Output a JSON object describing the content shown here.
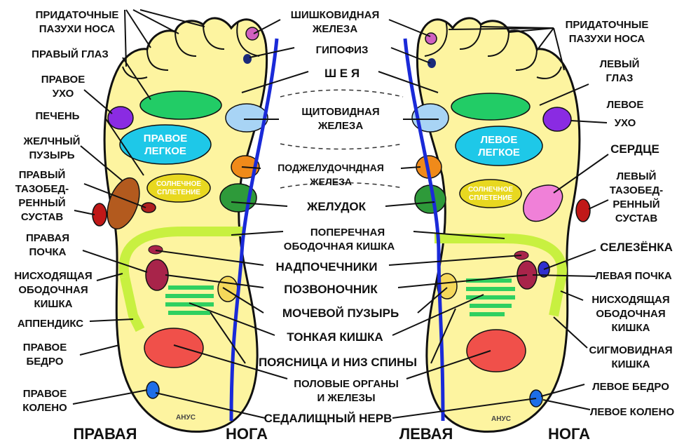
{
  "labels": {
    "left_top": [
      "ПРИДАТОЧНЫЕ",
      "ПАЗУХИ НОСА"
    ],
    "right_eye": [
      "ПРАВЫЙ ГЛАЗ"
    ],
    "right_ear": [
      "ПРАВОЕ",
      "УХО"
    ],
    "liver": [
      "ПЕЧЕНЬ"
    ],
    "gallbladder": [
      "ЖЕЛЧНЫЙ",
      "ПУЗЫРЬ"
    ],
    "right_hip": [
      "ПРАВЫЙ",
      "ТАЗОБЕД-",
      "РЕННЫЙ",
      "СУСТАВ"
    ],
    "right_kidney": [
      "ПРАВАЯ",
      "ПОЧКА"
    ],
    "desc_colon_l": [
      "НИСХОДЯЩАЯ",
      "ОБОДОЧНАЯ",
      "КИШКА"
    ],
    "appendix": [
      "АППЕНДИКС"
    ],
    "right_thigh": [
      "ПРАВОЕ",
      "БЕДРО"
    ],
    "right_knee": [
      "ПРАВОЕ",
      "КОЛЕНО"
    ],
    "pineal": [
      "ШИШКОВИДНАЯ",
      "ЖЕЛЕЗА"
    ],
    "pituitary": [
      "ГИПОФИЗ"
    ],
    "neck": [
      "Ш Е Я"
    ],
    "thyroid": [
      "ЩИТОВИДНАЯ",
      "ЖЕЛЕЗА"
    ],
    "pancreas": [
      "ПОДЖЕЛУДОЧНДНАЯ",
      "ЖЕЛЕЗА"
    ],
    "stomach": [
      "ЖЕЛУДОК"
    ],
    "transverse": [
      "ПОПЕРЕЧНАЯ",
      "ОБОДОЧНАЯ КИШКА"
    ],
    "adrenals": [
      "НАДПОЧЕЧНИКИ"
    ],
    "spine": [
      "ПОЗВОНОЧНИК"
    ],
    "bladder": [
      "МОЧЕВОЙ ПУЗЫРЬ"
    ],
    "small_int": [
      "ТОНКАЯ КИШКА"
    ],
    "lumbar": [
      "ПОЯСНИЦА И НИЗ СПИНЫ"
    ],
    "genitals": [
      "ПОЛОВЫЕ ОРГАНЫ",
      "И ЖЕЛЕЗЫ"
    ],
    "sciatic": [
      "СЕДАЛИЩНЫЙ НЕРВ"
    ],
    "right_top": [
      "ПРИДАТОЧНЫЕ",
      "ПАЗУХИ НОСА"
    ],
    "left_eye": [
      "ЛЕВЫЙ",
      "ГЛАЗ"
    ],
    "left_ear": [
      "ЛЕВОЕ",
      "УХО"
    ],
    "heart": [
      "СЕРДЦЕ"
    ],
    "left_hip": [
      "ЛЕВЫЙ",
      "ТАЗОБЕД-",
      "РЕННЫЙ",
      "СУСТАВ"
    ],
    "spleen": [
      "СЕЛЕЗЁНКА"
    ],
    "left_kidney": [
      "ЛЕВАЯ ПОЧКА"
    ],
    "desc_colon_r": [
      "НИСХОДЯЩАЯ",
      "ОБОДОЧНАЯ",
      "КИШКА"
    ],
    "sigmoid": [
      "СИГМОВИДНАЯ",
      "КИШКА"
    ],
    "left_thigh": [
      "ЛЕВОЕ  БЕДРО"
    ],
    "left_knee": [
      "ЛЕВОЕ КОЛЕНО"
    ]
  },
  "inside": {
    "right_lung": [
      "ПРАВОЕ",
      "ЛЕГКОЕ"
    ],
    "left_lung": [
      "ЛЕВОЕ",
      "ЛЕГКОЕ"
    ],
    "solar": [
      "СОЛНЕЧНОЕ",
      "СПЛЕТЕНИЕ"
    ],
    "anus": "АНУС"
  },
  "captions": {
    "right_word": "ПРАВАЯ",
    "right_leg": "НОГА",
    "left_word": "ЛЕВАЯ",
    "left_leg": "НОГА"
  },
  "colors": {
    "foot": "#fdf4a0",
    "spine": "#1a2ad8",
    "eye": "#22cc66",
    "ear": "#8a2be2",
    "lung": "#1ec8e8",
    "liver": "#b35a1e",
    "thyroid": "#a8d4f5",
    "pancreas": "#f08a1a",
    "stomach": "#2e9a3a",
    "colon": "#c8f040",
    "kidney": "#a8244a",
    "genital": "#f0504a",
    "heart": "#f080d8"
  }
}
